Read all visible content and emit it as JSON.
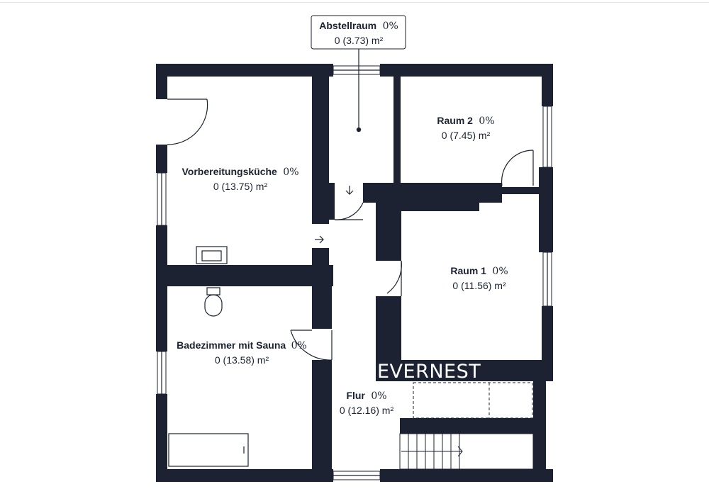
{
  "brand": "EVERNEST",
  "rooms": [
    {
      "id": "abstellraum",
      "name": "Abstellraum",
      "percent": "0%",
      "area": "0 (3.73) m²"
    },
    {
      "id": "raum-2",
      "name": "Raum 2",
      "percent": "0%",
      "area": "0 (7.45) m²"
    },
    {
      "id": "vorbereitungskueche",
      "name": "Vorbereitungsküche",
      "percent": "0%",
      "area": "0 (13.75) m²"
    },
    {
      "id": "raum-1",
      "name": "Raum 1",
      "percent": "0%",
      "area": "0 (11.56) m²"
    },
    {
      "id": "badezimmer",
      "name": "Badezimmer mit Sauna",
      "percent": "0%",
      "area": "0 (13.58) m²"
    },
    {
      "id": "flur",
      "name": "Flur",
      "percent": "0%",
      "area": "0 (12.16) m²"
    }
  ],
  "colors": {
    "wall": "#1c2231",
    "background": "#ffffff"
  }
}
